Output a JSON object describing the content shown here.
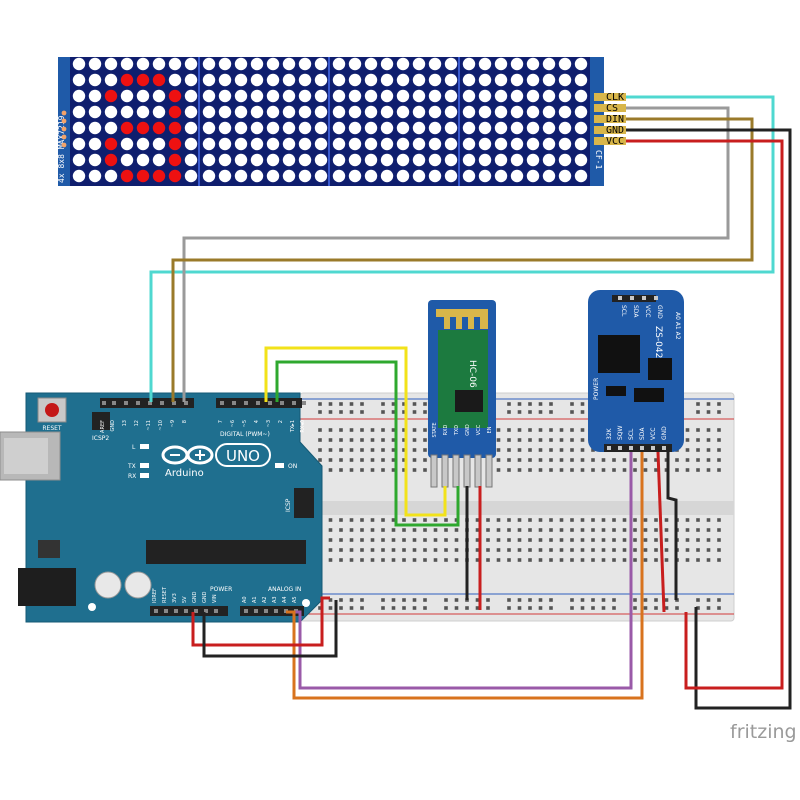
{
  "colors": {
    "wire_clk": "#4fd8d0",
    "wire_cs": "#9a9a9a",
    "wire_din": "#9a7a2a",
    "wire_gnd": "#222222",
    "wire_vcc": "#c81e1e",
    "wire_yellow": "#f2e21a",
    "wire_green": "#2ea82e",
    "wire_purple": "#9a5aa8",
    "wire_orange": "#d8731e",
    "arduino_blue": "#1f6f8f",
    "module_blue": "#1f5aa8",
    "led_on": "#ee1111",
    "led_off": "#ffffff",
    "breadboard": "#e6e6e6"
  },
  "matrix": {
    "side_label": "4x 8x8 MAX7219",
    "pins": [
      "CLK",
      "CS",
      "DIN",
      "GND",
      "VCC"
    ],
    "right_label": "CF-1"
  },
  "arduino": {
    "brand": "Arduino",
    "model": "UNO",
    "reset_label": "RESET",
    "icsp2_label": "ICSP2",
    "icsp_label": "ICSP",
    "digital_label": "DIGITAL (PWM~)",
    "l_label": "L",
    "tx_label": "TX",
    "rx_label": "RX",
    "on_label": "ON",
    "power_label": "POWER",
    "analog_label": "ANALOG IN",
    "top_pins": [
      "AREF",
      "GND",
      "13",
      "12",
      "~11",
      "~10",
      "~9",
      "8",
      "7",
      "~6",
      "~5",
      "4",
      "~3",
      "2",
      "TX▸1",
      "RX◂0"
    ],
    "bottom_pins": [
      "IOREF",
      "RESET",
      "3V3",
      "5V",
      "GND",
      "GND",
      "VIN",
      "A0",
      "A1",
      "A2",
      "A3",
      "A4",
      "A5"
    ]
  },
  "bluetooth": {
    "model": "HC-06",
    "pins": [
      "STATE",
      "RXD",
      "TXD",
      "GND",
      "VCC",
      "EN"
    ]
  },
  "rtc": {
    "model": "ZS-042",
    "top_pins": [
      "SCL",
      "SDA",
      "VCC",
      "GND"
    ],
    "bottom_pins": [
      "32K",
      "SQW",
      "SCL",
      "SDA",
      "VCC",
      "GND"
    ],
    "power_label": "POWER",
    "addr_label": "A0 A1 A2"
  },
  "watermark": "fritzing"
}
